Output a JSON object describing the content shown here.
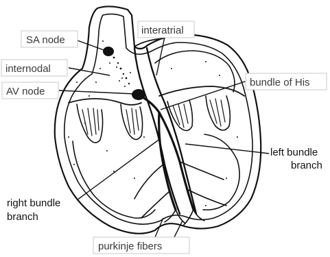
{
  "labels": {
    "sa_node": "SA node",
    "internodal": "internodal",
    "av_node": "AV node",
    "interatrial": "interatrial",
    "bundle_of_his": "bundle of His",
    "left_bundle_line1": "left bundle",
    "left_bundle_line2": "branch",
    "right_bundle_line1": "right bundle",
    "right_bundle_line2": "branch",
    "purkinje_fibers": "purkinje fibers"
  },
  "colors": {
    "ink": "#111111",
    "label_box_border": "#c8c8c8",
    "label_text": "#3a3a3a",
    "background": "#ffffff"
  }
}
